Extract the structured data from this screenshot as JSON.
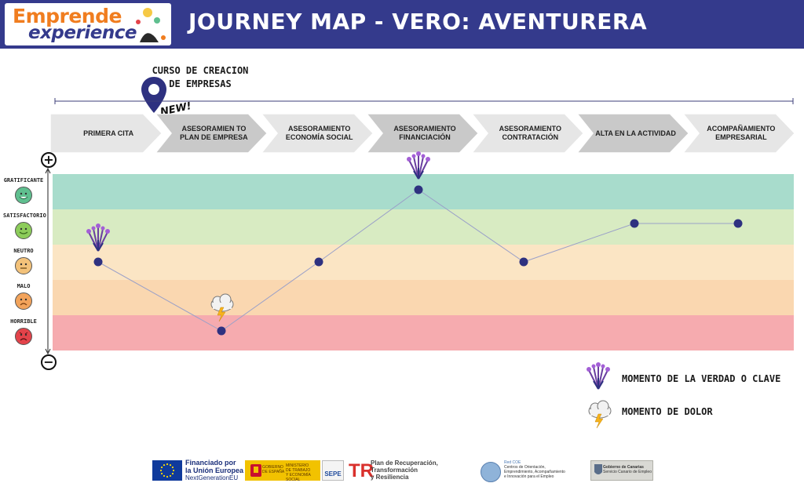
{
  "header": {
    "logo_line1": "Emprende",
    "logo_line2": "experience",
    "title": "JOURNEY MAP - VERO: AVENTURERA"
  },
  "stage": {
    "label": "CURSO DE CREACION DE EMPRESAS",
    "tag": "NEW!"
  },
  "steps": [
    {
      "label": "PRIMERA CITA",
      "shade": "#e6e6e6"
    },
    {
      "label": "ASESORAMIEN TO PLAN DE EMPRESA",
      "shade": "#c9c9c9"
    },
    {
      "label": "ASESORAMIENTO ECONOMÍA SOCIAL",
      "shade": "#e6e6e6"
    },
    {
      "label": "ASESORAMIENTO FINANCIACIÓN",
      "shade": "#c9c9c9"
    },
    {
      "label": "ASESORAMIENTO CONTRATACIÓN",
      "shade": "#e6e6e6"
    },
    {
      "label": "ALTA EN LA ACTIVIDAD",
      "shade": "#c9c9c9"
    },
    {
      "label": "ACOMPAÑAMIENTO EMPRESARIAL",
      "shade": "#e6e6e6"
    }
  ],
  "emotions": [
    {
      "label": "GRATIFICANTE",
      "color": "#a8dccc",
      "face": "#5fbf8f",
      "mood": "grin"
    },
    {
      "label": "SATISFACTORIO",
      "color": "#d8ebc2",
      "face": "#8ccc5a",
      "mood": "smile"
    },
    {
      "label": "NEUTRO",
      "color": "#fbe5c4",
      "face": "#f3c27a",
      "mood": "flat"
    },
    {
      "label": "MALO",
      "color": "#fad7b0",
      "face": "#f2a35b",
      "mood": "frown"
    },
    {
      "label": "HORRIBLE",
      "color": "#f6abaf",
      "face": "#e3434a",
      "mood": "angry"
    }
  ],
  "axis": {
    "plus": "+",
    "minus": "−"
  },
  "chart_data": {
    "type": "line",
    "categories": [
      "PRIMERA CITA",
      "ASESORAMIEN TO PLAN DE EMPRESA",
      "ASESORAMIENTO ECONOMÍA SOCIAL",
      "ASESORAMIENTO FINANCIACIÓN",
      "ASESORAMIENTO CONTRATACIÓN",
      "ALTA EN LA ACTIVIDAD",
      "ACOMPAÑAMIENTO EMPRESARIAL"
    ],
    "y_levels": [
      "HORRIBLE",
      "MALO",
      "NEUTRO",
      "SATISFACTORIO",
      "GRATIFICANTE"
    ],
    "values": [
      3,
      1,
      3,
      5,
      3,
      4,
      4
    ],
    "moments": [
      {
        "step": 0,
        "kind": "clave"
      },
      {
        "step": 1,
        "kind": "dolor"
      },
      {
        "step": 3,
        "kind": "clave"
      }
    ],
    "ylim": [
      1,
      5
    ],
    "line_color": "#9aa0c8",
    "point_color": "#2e3180"
  },
  "legend": {
    "key_moment": "MOMENTO DE LA VERDAD O CLAVE",
    "pain_moment": "MOMENTO DE DOLOR"
  },
  "footer": {
    "eu_line1": "Financiado por",
    "eu_line2": "la Unión Europea",
    "eu_line3": "NextGenerationEU",
    "gov_line1": "GOBIERNO",
    "gov_line2": "DE ESPAÑA",
    "ministry_line1": "MINISTERIO",
    "ministry_line2": "DE TRABAJO",
    "ministry_line3": "Y ECONOMÍA SOCIAL",
    "sepe": "SEPE",
    "prtr_line1": "Plan de Recuperación,",
    "prtr_line2": "Transformación",
    "prtr_line3": "y Resiliencia",
    "redcoe_line1": "Red COE",
    "redcoe_line2": "Centros de Orientación,",
    "redcoe_line3": "Emprendimiento, Acompañamiento",
    "redcoe_line4": "e Innovación para el Empleo",
    "canarias_line1": "Gobierno de Canarias",
    "canarias_line2": "Servicio Canario de Empleo"
  }
}
